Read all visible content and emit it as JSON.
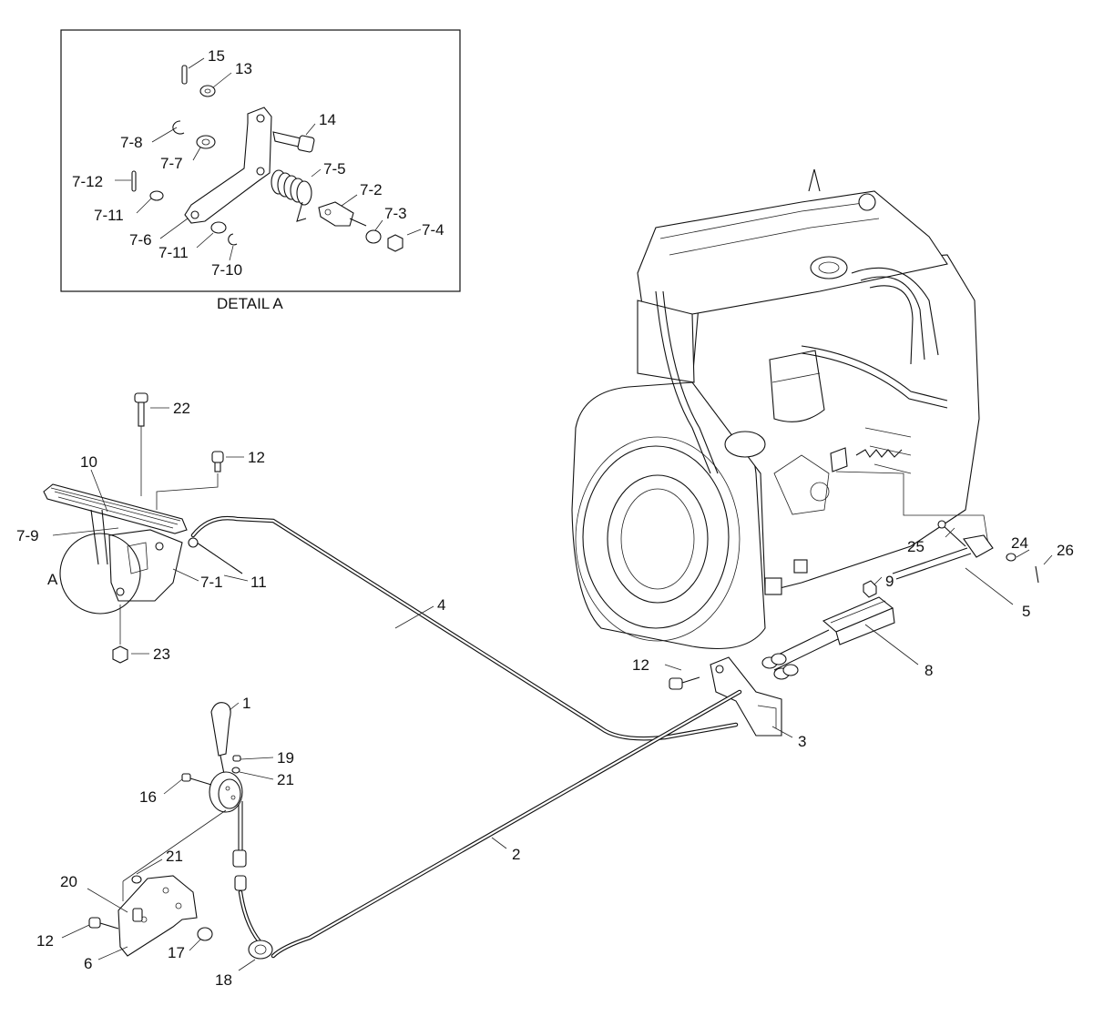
{
  "detail": {
    "caption": "DETAIL A",
    "callouts": [
      "15",
      "13",
      "14",
      "7-8",
      "7-7",
      "7-5",
      "7-12",
      "7-2",
      "7-11",
      "7-3",
      "7-4",
      "7-6",
      "7-11",
      "7-10"
    ]
  },
  "main": {
    "callouts": [
      "22",
      "12",
      "10",
      "7-9",
      "A",
      "7-1",
      "11",
      "23",
      "4",
      "25",
      "24",
      "26",
      "9",
      "5",
      "8",
      "12",
      "3",
      "1",
      "19",
      "21",
      "16",
      "21",
      "2",
      "20",
      "12",
      "6",
      "17",
      "18"
    ]
  }
}
